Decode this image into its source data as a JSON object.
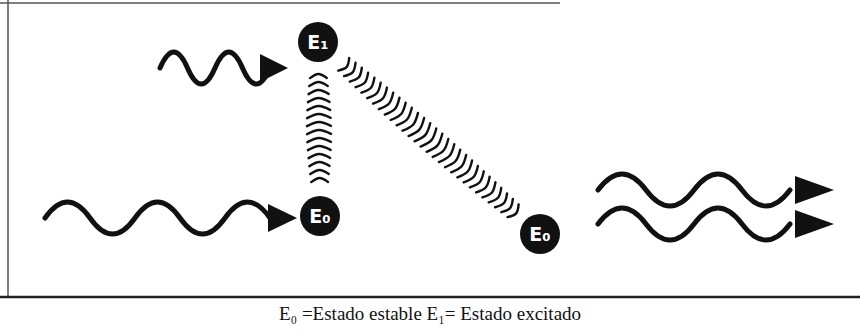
{
  "diagram": {
    "caption": "E₀ =Estado estable E₁= Estado excitado",
    "nodes": [
      {
        "text": [
          "E₁"
        ]
      },
      {
        "text": [
          "E₀"
        ]
      },
      {
        "text": [
          "E₀"
        ]
      }
    ],
    "edges": [
      {
        "from": 1,
        "to": 0,
        "arrow": "none"
      },
      {
        "from": 0,
        "to": 2,
        "arrow": "none"
      }
    ]
  }
}
